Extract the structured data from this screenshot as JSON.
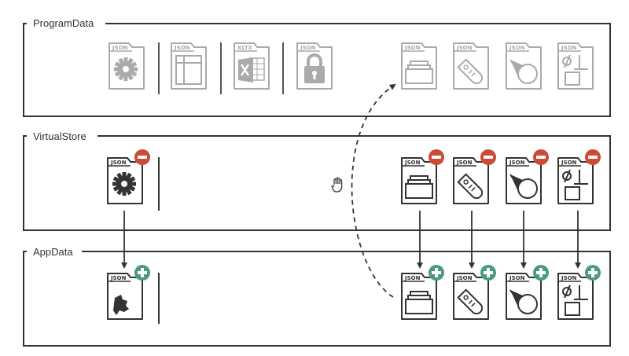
{
  "sections": {
    "program_data": {
      "label": "ProgramData"
    },
    "virtual_store": {
      "label": "VirtualStore"
    },
    "app_data": {
      "label": "AppData"
    }
  },
  "file_tags": {
    "json": "JSON",
    "xltx": "XLTX"
  },
  "colors": {
    "frame": "#333333",
    "faded": "#aaaaaa",
    "remove_badge": "#cc4b37",
    "add_badge": "#4a9a7e",
    "gear": "#333333"
  },
  "icons": {
    "remove_badge": "minus-circle-icon",
    "add_badge": "plus-circle-icon",
    "drag_cursor": "hand-cursor-icon"
  }
}
